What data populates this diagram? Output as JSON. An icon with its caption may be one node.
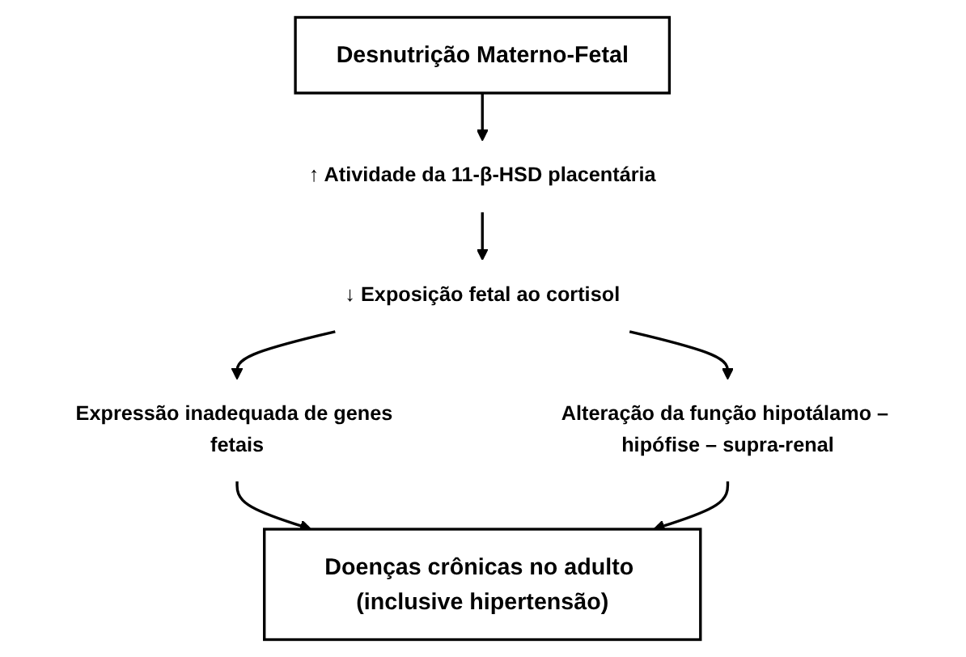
{
  "diagram": {
    "nodes": [
      {
        "text": [
          "Desnutrição Materno-Fetal"
        ]
      },
      {
        "text": [
          "↑ Atividade da 11-β-HSD placentária"
        ]
      },
      {
        "text": [
          "↓ Exposição fetal ao cortisol"
        ]
      },
      {
        "text": [
          "Expressão inadequada de genes fetais"
        ]
      },
      {
        "text": [
          "Alteração da função hipotálamo – hipófise – supra-renal"
        ]
      },
      {
        "text": [
          "Doenças crônicas no adulto (inclusive hipertensão)"
        ]
      }
    ],
    "edges": [
      {
        "from": 0,
        "to": 1,
        "arrow": "to"
      },
      {
        "from": 1,
        "to": 2,
        "arrow": "to"
      },
      {
        "from": 2,
        "to": 3,
        "arrow": "to"
      },
      {
        "from": 2,
        "to": 4,
        "arrow": "to"
      },
      {
        "from": 3,
        "to": 5,
        "arrow": "to"
      },
      {
        "from": 4,
        "to": 5,
        "arrow": "to"
      }
    ]
  }
}
